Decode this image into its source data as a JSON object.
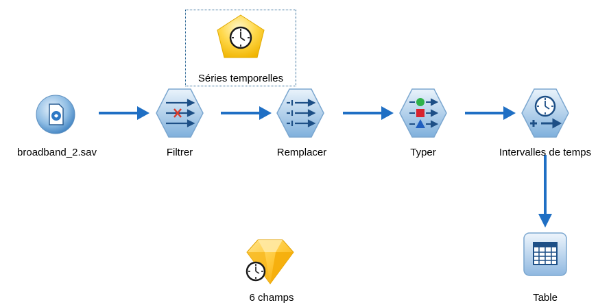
{
  "canvas": {
    "background": "#ffffff",
    "link_color": "#1f6fc4"
  },
  "nodes": {
    "source": {
      "label": "broadband_2.sav",
      "icon": "sav-source-icon"
    },
    "filter": {
      "label": "Filtrer",
      "icon": "filter-icon"
    },
    "replace": {
      "label": "Remplacer",
      "icon": "replace-icon"
    },
    "type": {
      "label": "Typer",
      "icon": "type-icon"
    },
    "time_intervals": {
      "label": "Intervalles de temps",
      "icon": "time-intervals-icon"
    },
    "time_series": {
      "label": "Séries temporelles",
      "icon": "time-series-model-icon",
      "selected": true
    },
    "table": {
      "label": "Table",
      "icon": "table-icon"
    },
    "model_nugget": {
      "label": "6 champs",
      "icon": "model-nugget-icon"
    }
  }
}
